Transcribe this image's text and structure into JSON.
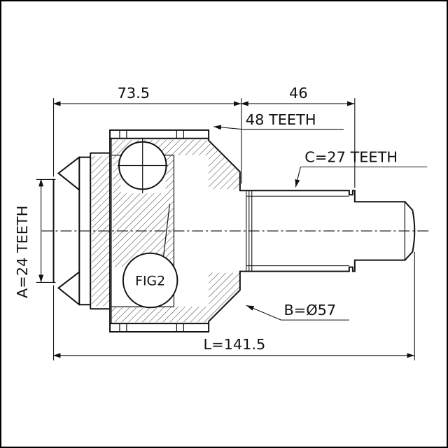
{
  "figure": {
    "balloon_label": "FIG2",
    "labels": {
      "dim_housing_width": "73.5",
      "dim_shaft_spline_length": "46",
      "outer_ring_teeth": "48 TEETH",
      "shaft_spline_teeth": "C=27 TEETH",
      "inner_spline_teeth": "A=24 TEETH",
      "body_diameter": "B=Ø57",
      "overall_length": "L=141.5"
    },
    "colors": {
      "line": "#111111",
      "background": "#ffffff"
    }
  }
}
